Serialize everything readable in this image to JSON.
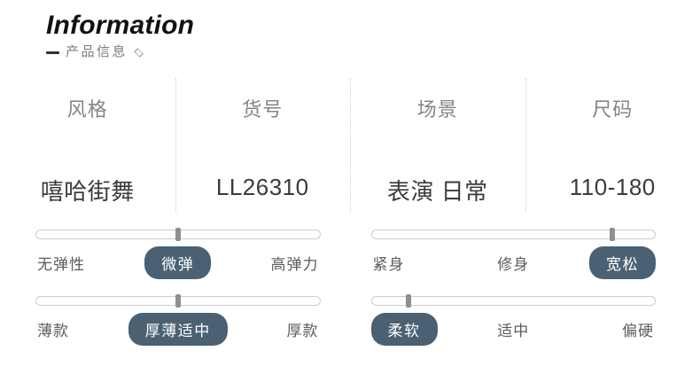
{
  "header": {
    "title": "Information",
    "subtitle": "产品信息",
    "dash_icon": "dash-icon",
    "diamond_icon": "diamond-icon"
  },
  "spec_table": {
    "columns": [
      {
        "label": "风格",
        "value": "嘻哈街舞"
      },
      {
        "label": "货号",
        "value": "LL26310"
      },
      {
        "label": "场景",
        "value": "表演 日常"
      },
      {
        "label": "尺码",
        "value": "110-180"
      }
    ]
  },
  "sliders": {
    "selected_color": "#4a6173",
    "track_color": "#cdcdcd",
    "thumb_color": "#8f8f8f",
    "left": [
      {
        "name": "elasticity",
        "thumb_percent": 50,
        "options": [
          {
            "label": "无弹性",
            "selected": false
          },
          {
            "label": "微弹",
            "selected": true
          },
          {
            "label": "高弹力",
            "selected": false
          }
        ]
      },
      {
        "name": "thickness",
        "thumb_percent": 50,
        "options": [
          {
            "label": "薄款",
            "selected": false
          },
          {
            "label": "厚薄适中",
            "selected": true
          },
          {
            "label": "厚款",
            "selected": false
          }
        ]
      }
    ],
    "right": [
      {
        "name": "fit",
        "thumb_percent": 85,
        "options": [
          {
            "label": "紧身",
            "selected": false
          },
          {
            "label": "修身",
            "selected": false
          },
          {
            "label": "宽松",
            "selected": true
          }
        ]
      },
      {
        "name": "softness",
        "thumb_percent": 13,
        "options": [
          {
            "label": "柔软",
            "selected": true
          },
          {
            "label": "适中",
            "selected": false
          },
          {
            "label": "偏硬",
            "selected": false
          }
        ]
      }
    ]
  }
}
